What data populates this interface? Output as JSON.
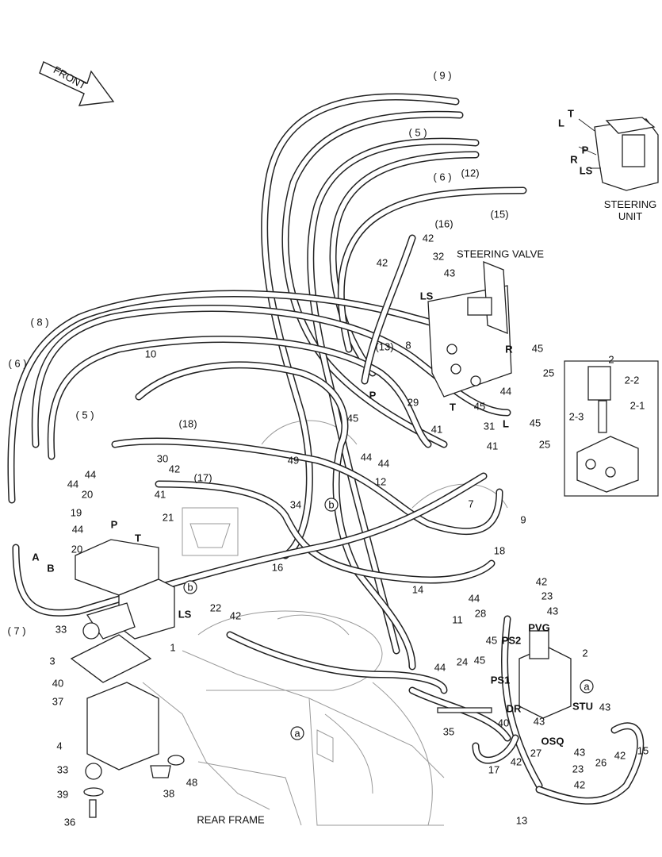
{
  "labels": {
    "front": "FRONT",
    "steering_unit": "STEERING\nUNIT",
    "steering_valve": "STEERING VALVE",
    "rear_frame": "REAR FRAME",
    "circle_a": "a",
    "circle_b": "b",
    "ports": {
      "T_unit": "T",
      "L_unit": "L",
      "P_unit": "P",
      "R_unit": "R",
      "LS_unit": "LS",
      "LS_valve": "LS",
      "R_valve": "R",
      "P_valve": "P",
      "T_valve": "T",
      "L_valve": "L",
      "P_block": "P",
      "T_block": "T",
      "A_block": "A",
      "B_block": "B",
      "LS_block": "LS",
      "PVG": "PVG",
      "PS2": "PS2",
      "PS1": "PS1",
      "DR": "DR",
      "STU": "STU",
      "OSQ": "OSQ"
    },
    "hoses": {
      "h9": "( 9 )",
      "h5": "( 5 )",
      "h6": "( 6 )",
      "h12": "(12)",
      "h15": "(15)",
      "h16": "(16)",
      "h13": "(13)",
      "h8": "( 8 )",
      "h6b": "( 6 )",
      "h5b": "( 5 )",
      "h18": "(18)",
      "h17": "(17)",
      "h7": "( 7 )"
    },
    "parts": [
      "42",
      "32",
      "42",
      "43",
      "8",
      "45",
      "25",
      "10",
      "29",
      "45",
      "45",
      "31",
      "44",
      "41",
      "45",
      "25",
      "41",
      "44",
      "44",
      "12",
      "44",
      "30",
      "42",
      "41",
      "20",
      "21",
      "49",
      "34",
      "7",
      "9",
      "44",
      "19",
      "44",
      "20",
      "33",
      "1",
      "3",
      "40",
      "37",
      "4",
      "33",
      "39",
      "36",
      "38",
      "48",
      "22",
      "42",
      "16",
      "14",
      "18",
      "42",
      "23",
      "44",
      "28",
      "43",
      "11",
      "45",
      "24",
      "44",
      "45",
      "2",
      "40",
      "43",
      "35",
      "43",
      "27",
      "42",
      "26",
      "42",
      "15",
      "43",
      "23",
      "17",
      "42",
      "13",
      "2",
      "2-2",
      "2-3",
      "2-1"
    ]
  }
}
